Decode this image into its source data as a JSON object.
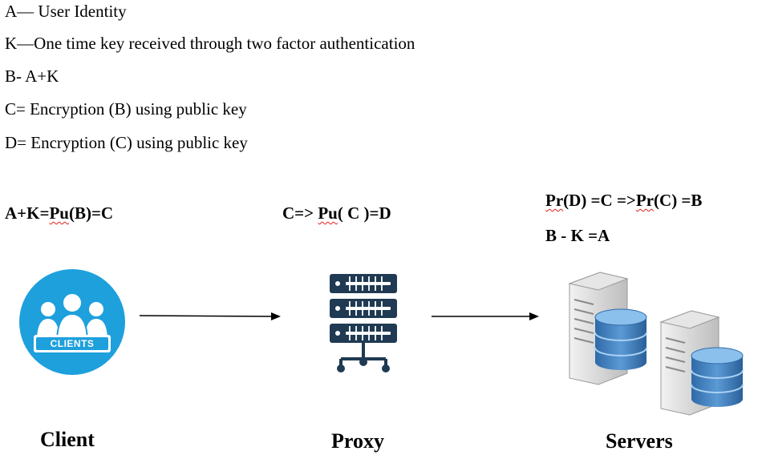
{
  "definitions": [
    "A— User Identity",
    "K—One time key received through two factor authentication",
    "B-  A+K",
    "C= Encryption (B) using public key",
    "D= Encryption (C) using public key"
  ],
  "formulas": {
    "client": {
      "pre": "A+K=",
      "pu": "Pu",
      "post": "(B)=C"
    },
    "proxy": {
      "pre": "C=> ",
      "pu": "Pu",
      "post": "( C )=D"
    },
    "server_line1": {
      "pr1": "Pr",
      "mid": "(D) =C =>",
      "pr2": "Pr",
      "post": "(C) =B"
    },
    "server_line2": "B - K =A"
  },
  "client_badge_label": "CLIENTS",
  "captions": {
    "client": "Client",
    "proxy": "Proxy",
    "servers": "Servers"
  },
  "colors": {
    "client_circle": "#1ea0dc",
    "rack": "#1f3a52",
    "db_blue": "#3a78b8",
    "tower_gray": "#d6d6d6",
    "squiggle": "#e02020"
  },
  "icons": [
    "clients-icon",
    "proxy-server-icon",
    "database-server-icon"
  ]
}
